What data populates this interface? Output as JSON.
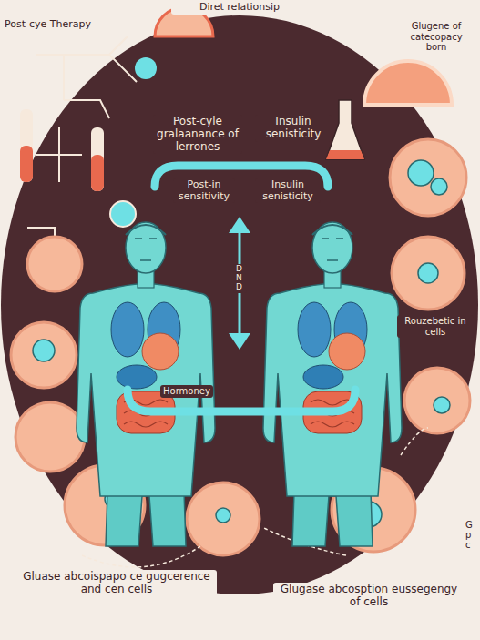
{
  "diagram": {
    "title": "Diret relationsip",
    "labels": [
      "Post-cye Therapy",
      "Glugene of catecopacy born",
      "Post-cyle gralaanance of lerrones",
      "Insulin senisticity",
      "Post-in sensitivity",
      "Insulin senisticity",
      "DND",
      "Rouzebetic in cells",
      "Hormoney",
      "G p c",
      "Gluase abcoispapo ce gugcerence and cen cells",
      "Glugase abcosption eussegengy of cells"
    ]
  }
}
